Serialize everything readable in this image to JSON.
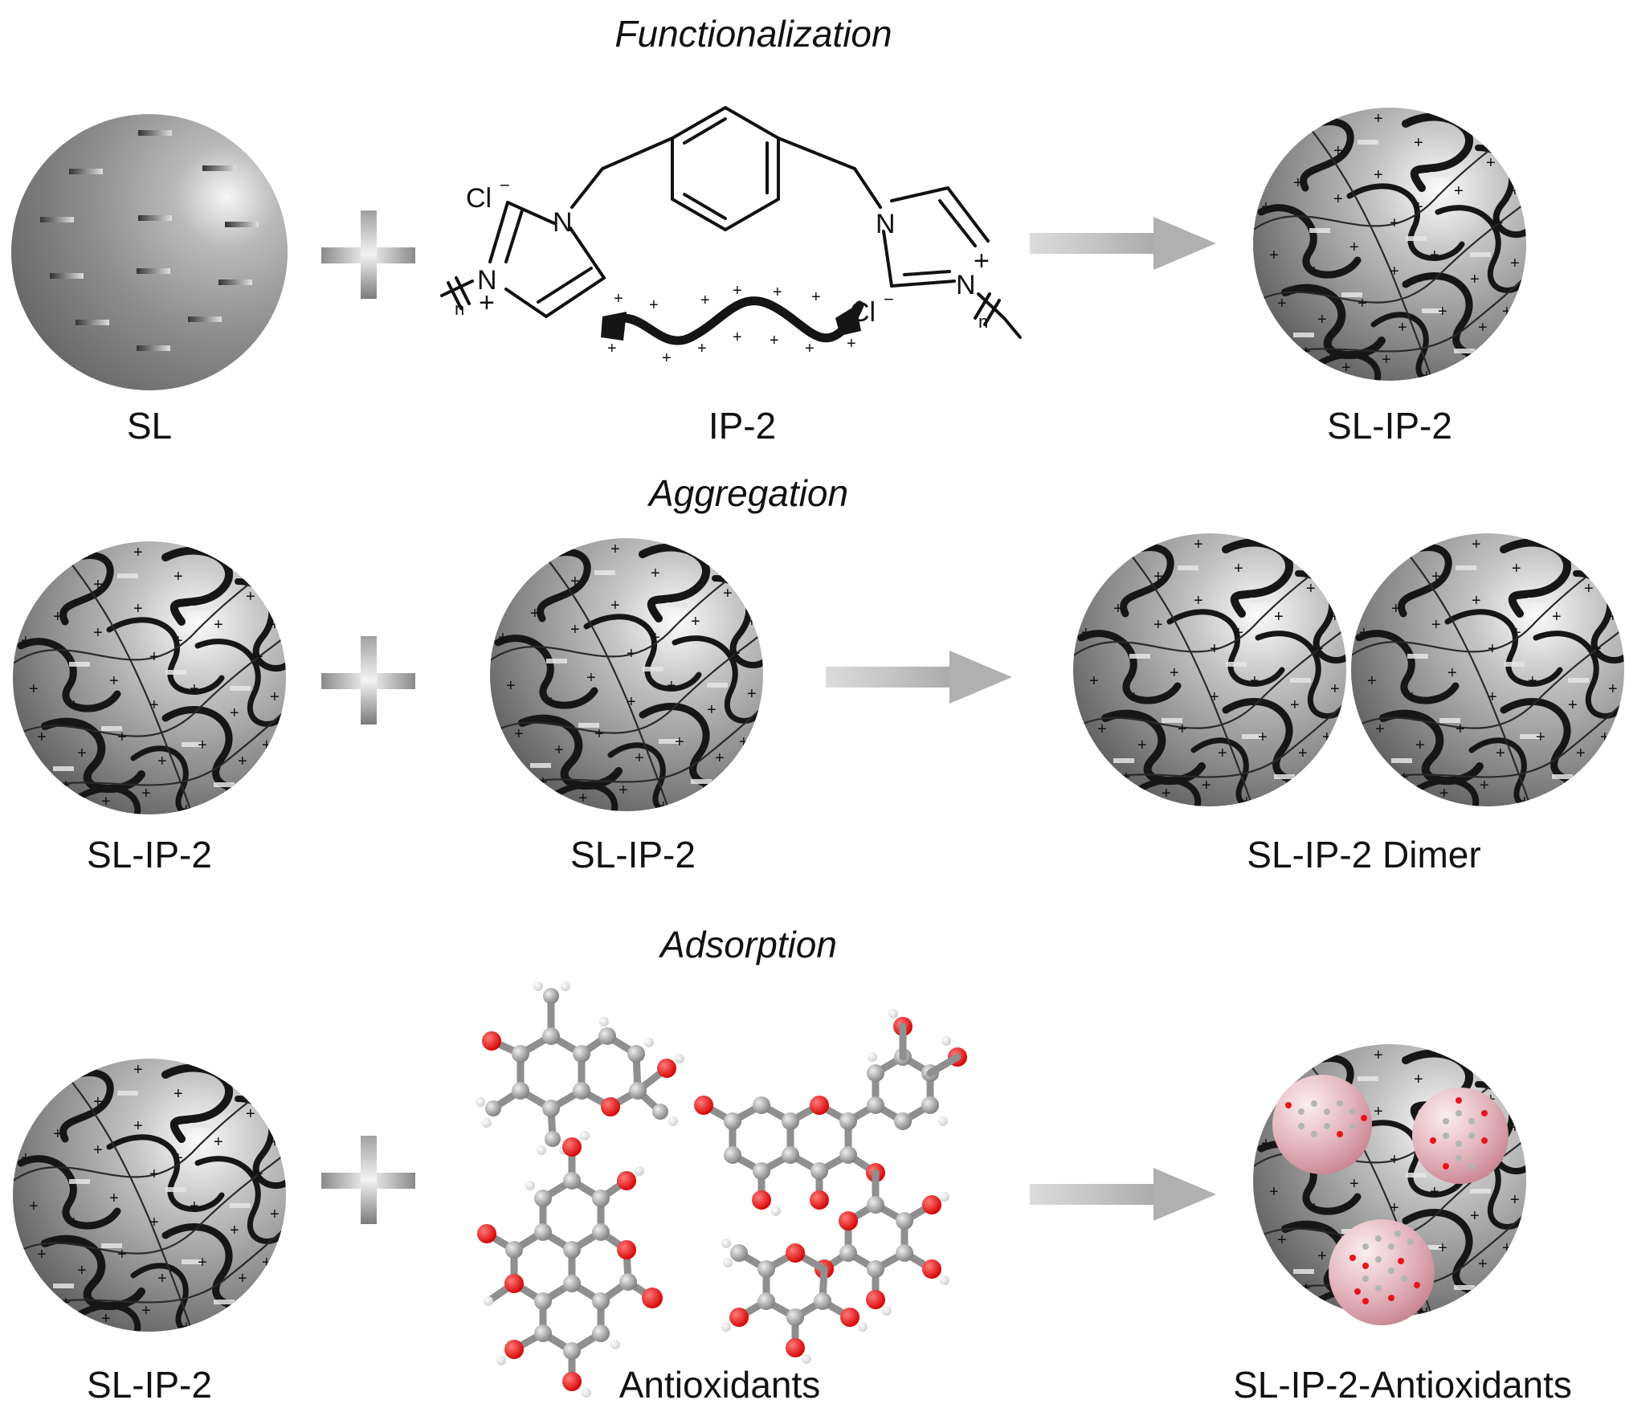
{
  "stages": {
    "functionalization": {
      "title": "Functionalization",
      "labels": {
        "left": "SL",
        "middle": "IP-2",
        "right": "SL-IP-2"
      }
    },
    "aggregation": {
      "title": "Aggregation",
      "labels": {
        "left": "SL-IP-2",
        "middle": "SL-IP-2",
        "right": "SL-IP-2 Dimer"
      }
    },
    "adsorption": {
      "title": "Adsorption",
      "labels": {
        "left": "SL-IP-2",
        "middle": "Antioxidants",
        "right": "SL-IP-2-Antioxidants"
      }
    }
  },
  "chemistry": {
    "chloride_left": "Cl",
    "chloride_right": "Cl",
    "minus": "−",
    "plus": "+",
    "nitrogen": "N",
    "repeat": "n"
  },
  "colors": {
    "sphere_light": "#f4f4f4",
    "sphere_dark": "#555555",
    "oxygen": "#e8141b",
    "carbon": "#9a9a9a",
    "hydrogen": "#e6e6e6",
    "capsule": "#d4909c"
  }
}
